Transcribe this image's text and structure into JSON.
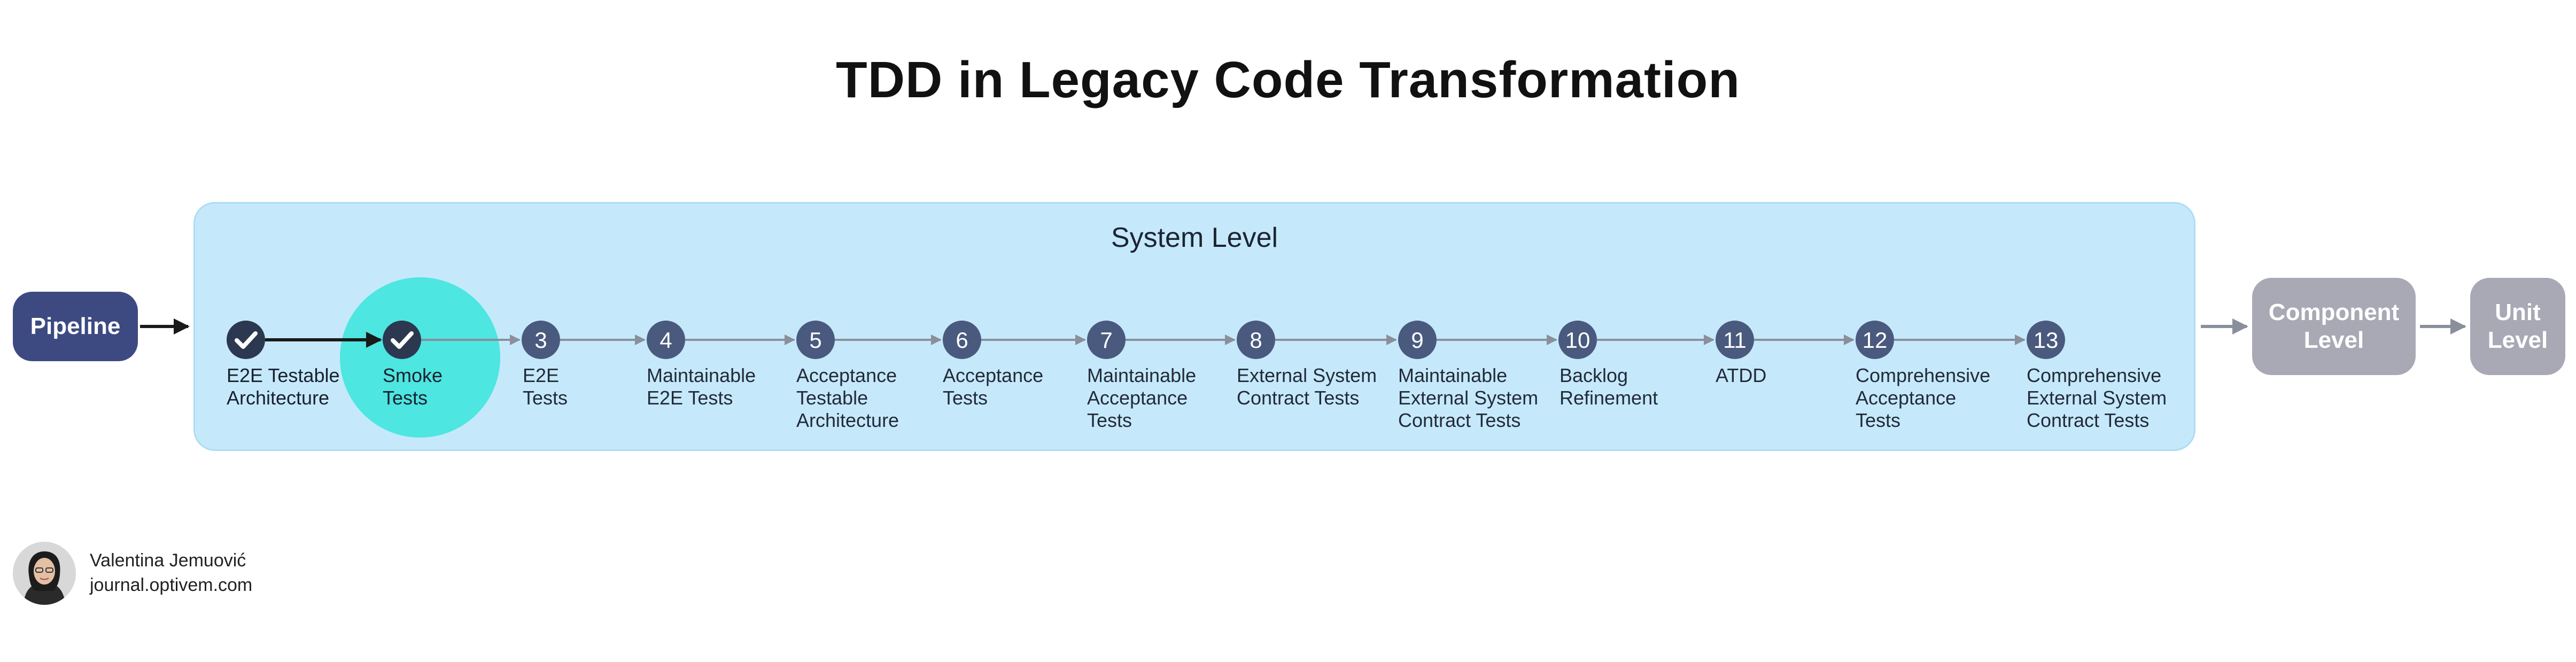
{
  "title": "TDD in Legacy Code Transformation",
  "system": {
    "label": "System Level"
  },
  "pipeline": {
    "label": "Pipeline"
  },
  "component": {
    "line1": "Component",
    "line2": "Level"
  },
  "unit": {
    "line1": "Unit",
    "line2": "Level"
  },
  "steps": [
    {
      "number": "",
      "label": "E2E Testable\nArchitecture",
      "status": "done"
    },
    {
      "number": "",
      "label": "Smoke\nTests",
      "status": "current"
    },
    {
      "number": "3",
      "label": "E2E\nTests",
      "status": "todo"
    },
    {
      "number": "4",
      "label": "Maintainable\nE2E Tests",
      "status": "todo"
    },
    {
      "number": "5",
      "label": "Acceptance\nTestable\nArchitecture",
      "status": "todo"
    },
    {
      "number": "6",
      "label": "Acceptance\nTests",
      "status": "todo"
    },
    {
      "number": "7",
      "label": "Maintainable\nAcceptance\nTests",
      "status": "todo"
    },
    {
      "number": "8",
      "label": "External System\nContract Tests",
      "status": "todo"
    },
    {
      "number": "9",
      "label": "Maintainable\nExternal System\nContract Tests",
      "status": "todo"
    },
    {
      "number": "10",
      "label": "Backlog\nRefinement",
      "status": "todo"
    },
    {
      "number": "11",
      "label": "ATDD",
      "status": "todo"
    },
    {
      "number": "12",
      "label": "Comprehensive\nAcceptance\nTests",
      "status": "todo"
    },
    {
      "number": "13",
      "label": "Comprehensive\nExternal System\nContract Tests",
      "status": "todo"
    }
  ],
  "author": {
    "name": "Valentina Jemuović",
    "site": "journal.optivem.com"
  },
  "colors": {
    "box_fill": "#c5e9fb",
    "pipeline": "#3d4a82",
    "inactive_level": "#a8a9b5",
    "step_circle": "#4a5a7e",
    "done_circle": "#2b3850",
    "highlight": "#4de6e0",
    "arrow": "#8a8f9c"
  },
  "icons": {
    "done_step": "check-icon",
    "avatar": "person-photo"
  }
}
